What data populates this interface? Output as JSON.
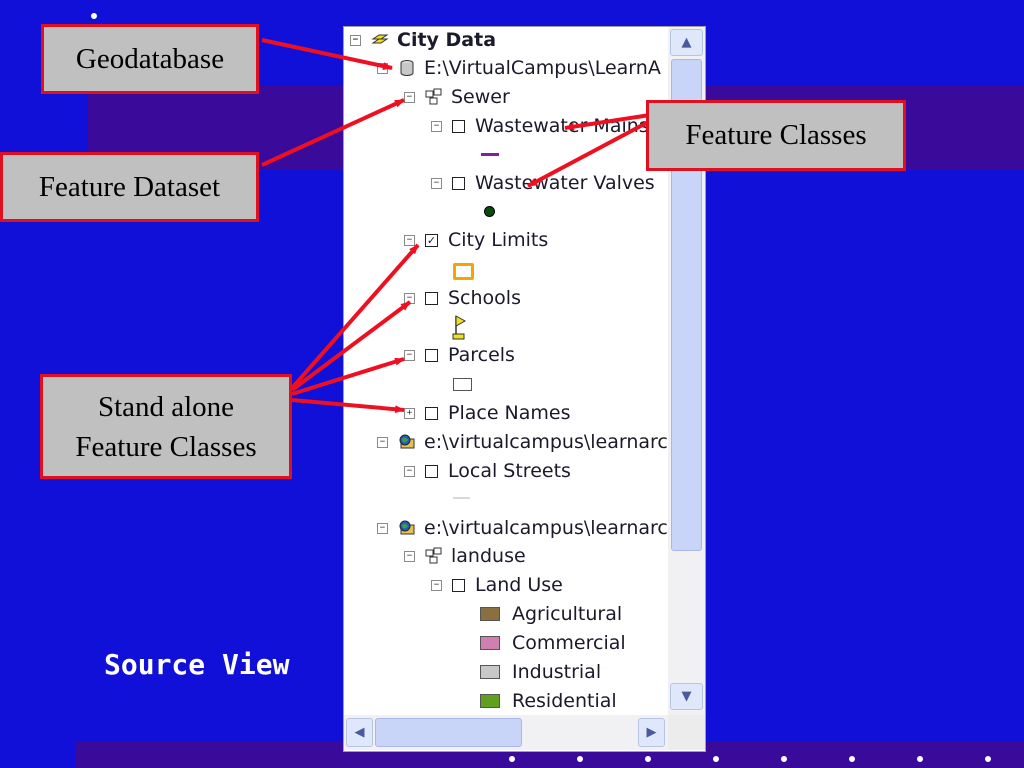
{
  "slide": {
    "caption": "Source View",
    "callouts": {
      "geodatabase": "Geodatabase",
      "feature_dataset": "Feature Dataset",
      "feature_classes": "Feature Classes",
      "standalone_line1": "Stand alone",
      "standalone_line2": "Feature Classes"
    }
  },
  "tree": {
    "root": "City Data",
    "geodatabase_path": "E:\\VirtualCampus\\LearnA",
    "sewer": "Sewer",
    "wastewater_mains": "Wastewater Mains",
    "wastewater_valves": "Wastewater Valves",
    "city_limits": "City Limits",
    "schools": "Schools",
    "parcels": "Parcels",
    "place_names": "Place Names",
    "workspace_1": "e:\\virtualcampus\\learnarc",
    "local_streets": "Local Streets",
    "workspace_2": "e:\\virtualcampus\\learnarc",
    "landuse_dataset": "landuse",
    "land_use": "Land Use",
    "classes": [
      {
        "label": "Agricultural",
        "color": "#8a7040"
      },
      {
        "label": "Commercial",
        "color": "#d080b0"
      },
      {
        "label": "Industrial",
        "color": "#c8c8c8"
      },
      {
        "label": "Residential",
        "color": "#60a020"
      }
    ]
  },
  "colors": {
    "background": "#1010d8",
    "callout_border": "#e01020",
    "arrow": "#ee1020"
  },
  "scrollbar": {
    "up": "▲",
    "down": "▼",
    "left": "◀",
    "right": "▶"
  }
}
